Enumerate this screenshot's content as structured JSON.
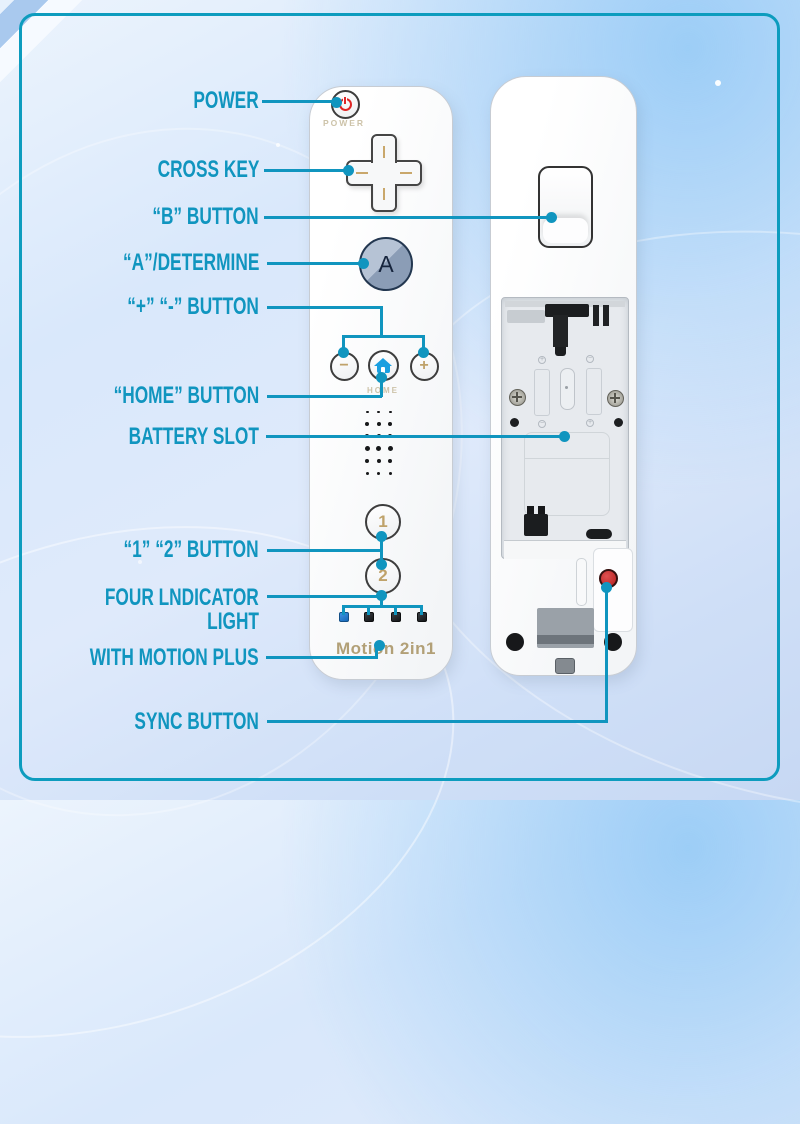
{
  "colors": {
    "accent_teal": "#1095bf",
    "indicator_blue": "#1f7fd6",
    "sync_red": "#c22525",
    "brand_tan": "#b2a077"
  },
  "callouts": {
    "power": "POWER",
    "cross_key": "CROSS KEY",
    "b_button": "“B” BUTTON",
    "a_determine": "“A”/DETERMINE",
    "plus_minus": "“+” “-” BUTTON",
    "home_button": "“HOME” BUTTON",
    "battery_slot": "BATTERY SLOT",
    "one_two": "“1” “2” BUTTON",
    "indicator_l1": "FOUR LNDICATOR",
    "indicator_l2": "LIGHT",
    "motion_plus": "WITH MOTION PLUS",
    "sync_button": "SYNC BUTTON"
  },
  "remote": {
    "power_caption": "POWER",
    "a_label": "A",
    "minus_label": "−",
    "plus_label": "+",
    "home_caption": "HOME",
    "one_label": "1",
    "two_label": "2",
    "brand": "Motion 2in1"
  }
}
